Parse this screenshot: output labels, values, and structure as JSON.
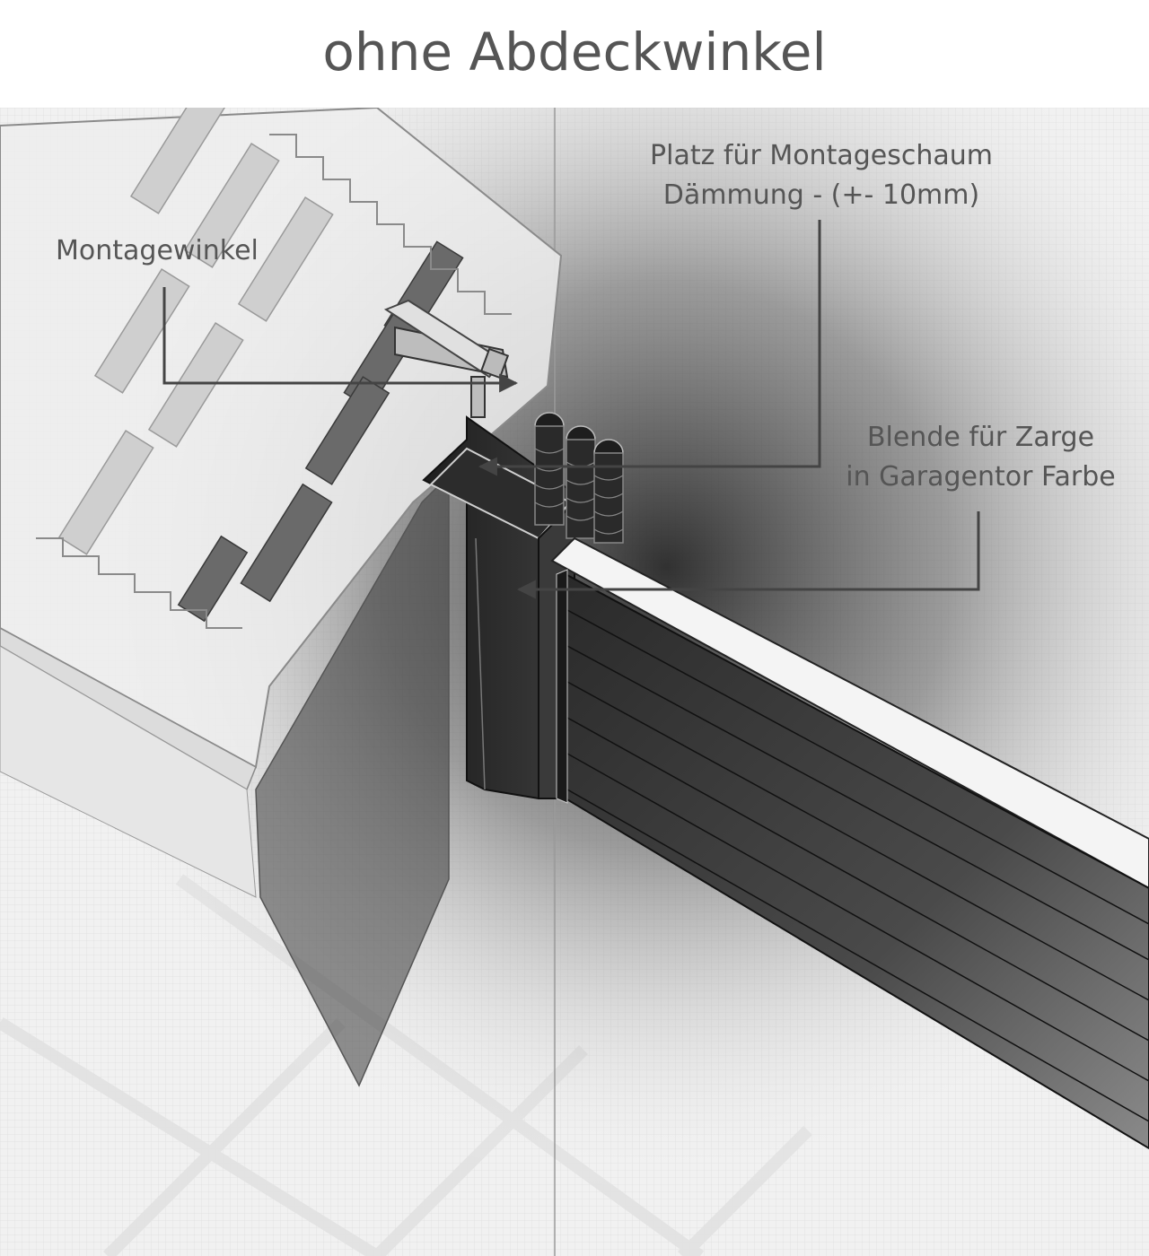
{
  "title": "ohne Abdeckwinkel",
  "labels": {
    "montagewinkel": "Montagewinkel",
    "schaum_line1": "Platz für Montageschaum",
    "schaum_line2": "Dämmung - (+- 10mm)",
    "blende_line1": "Blende für Zarge",
    "blende_line2": "in Garagentor Farbe"
  },
  "colors": {
    "text": "#555555",
    "leader": "#444444",
    "profile_dark": "#2e2e2e",
    "panel_dark": "#3a3a3a"
  }
}
